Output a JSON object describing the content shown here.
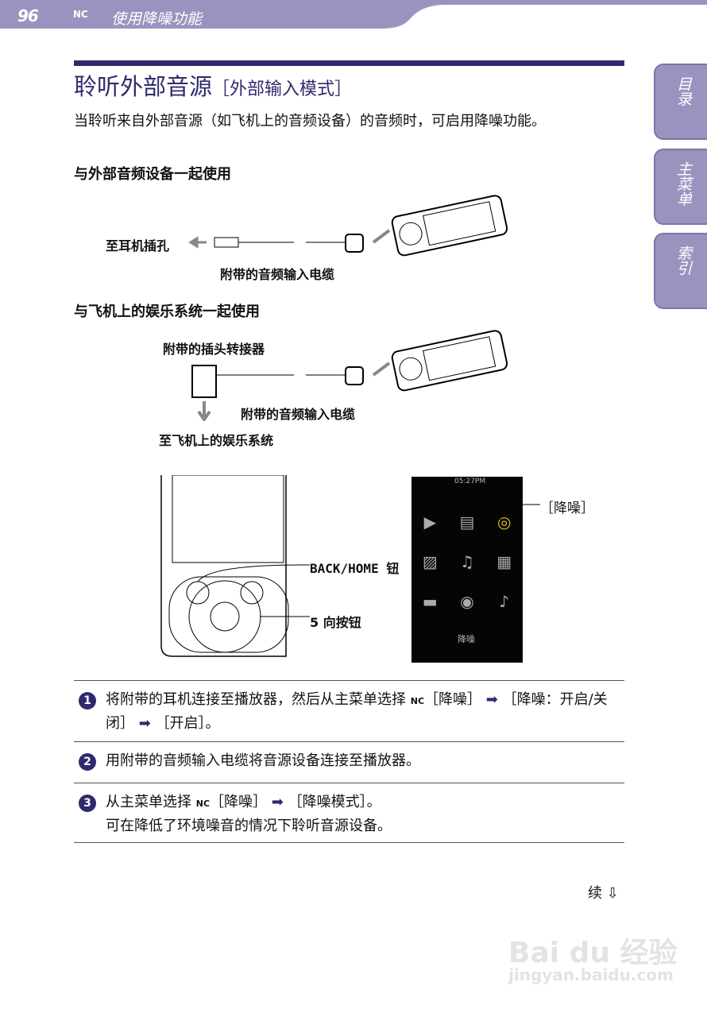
{
  "header": {
    "page_number": "96",
    "section_icon": "noise-canceling-icon",
    "section_icon_text": "NC",
    "section_title": "使用降噪功能",
    "color": "#9b93bf"
  },
  "title": {
    "main": "聆听外部音源",
    "bracket": "［外部输入模式］",
    "color": "#2f2a6d"
  },
  "intro": "当聆听来自外部音源（如飞机上的音频设备）的音频时，可启用降噪功能。",
  "section1": {
    "heading": "与外部音频设备一起使用",
    "label_jack": "至耳机插孔",
    "label_cable": "附带的音频输入电缆"
  },
  "section2": {
    "heading": "与飞机上的娱乐系统一起使用",
    "label_adapter": "附带的插头转接器",
    "label_cable": "附带的音频输入电缆",
    "label_system": "至飞机上的娱乐系统"
  },
  "player": {
    "label_back": "BACK/HOME 钮",
    "label_5way": "5 向按钮"
  },
  "screen": {
    "time": "05:27PM",
    "caption": "降噪",
    "callout": "［降噪］"
  },
  "side_tabs": [
    {
      "label": "目录"
    },
    {
      "label": "主菜单"
    },
    {
      "label": "索引"
    }
  ],
  "steps": [
    {
      "num": "1",
      "text_a": "将附带的耳机连接至播放器，然后从主菜单选择 ",
      "icon": "noise-canceling-icon",
      "text_b": "［降噪］",
      "arrow1": "➡",
      "text_c": "［降噪：开启/关闭］",
      "arrow2": "➡",
      "text_d": "［开启］。"
    },
    {
      "num": "2",
      "text": "用附带的音频输入电缆将音源设备连接至播放器。"
    },
    {
      "num": "3",
      "text_a": "从主菜单选择 ",
      "icon": "noise-canceling-icon",
      "text_b": "［降噪］",
      "arrow1": "➡",
      "text_c": "［降噪模式］。",
      "note": "可在降低了环境噪音的情况下聆听音源设备。"
    }
  ],
  "continued": "续 ⇩",
  "watermark": {
    "text": "Bai du 经验",
    "url": "jingyan.baidu.com"
  }
}
